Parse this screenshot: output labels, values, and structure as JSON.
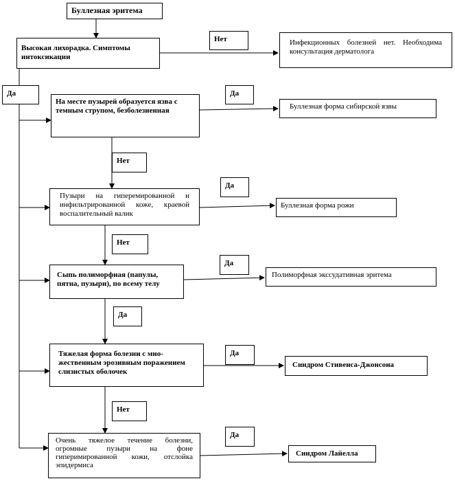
{
  "nodes": {
    "start": "Буллезная эритема",
    "q1": "Высокая лихорадка.  Симптомы интоксикации",
    "r1": "Инфекционных болезней нет. Необходима консультация дерматолога",
    "q2": "На месте пузырей образуется язва с темным струпом, безболезненная",
    "r2": "Буллезная форма сибирской язвы",
    "q3": "Пузыри на гиперемированной и инфильтрированной коже, краевой воспалительный валик",
    "r3": "Буллезная форма рожи",
    "q4": "Сыпь полиморфная (папулы, пятна, пузыри), по всему телу",
    "r4": "Полиморфная экссудативная эритема",
    "q5": "Тяжелая форма болезни с мно-жественным эрозивным поражением слизистых оболочек",
    "r5": "Синдром Стивенса-Джонсона",
    "q6": "Очень тяжелое течение болезни, огромные пузыри на фоне гиперимированной кожи, отслойка эпидермиса",
    "r6": "Синдром Лайелла"
  },
  "labels": {
    "no_q1": "Нет",
    "yes_q1": "Да",
    "yes_q2": "Да",
    "no_q2": "Нет",
    "yes_q3": "Да",
    "no_q3": "Нет",
    "yes_q4": "Да",
    "yes_q4_down": "Да",
    "yes_q5": "Да",
    "no_q5": "Нет",
    "yes_q6": "Да"
  }
}
